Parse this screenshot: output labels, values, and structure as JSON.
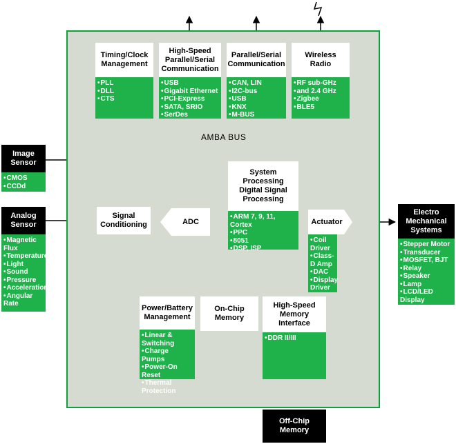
{
  "bus_label": "AMBA BUS",
  "peripherals": [
    {
      "title": "Timing/Clock\nManagement",
      "items": [
        "PLL",
        "DLL",
        "CTS"
      ]
    },
    {
      "title": "High-Speed\nParallel/Serial\nCommunication",
      "items": [
        "USB",
        "Gigabit Ethernet",
        "PCI-Express",
        "SATA, SRIO",
        "SerDes"
      ]
    },
    {
      "title": "Parallel/Serial\nCommunication",
      "items": [
        "CAN, LIN",
        "I2C-bus",
        "USB",
        "KNX",
        "M-BUS"
      ]
    },
    {
      "title": "Wireless\nRadio",
      "items": [
        "RF sub-GHz",
        "and 2.4 GHz",
        "Zigbee",
        "BLE5"
      ]
    }
  ],
  "image_sensor": {
    "title": "Image\nSensor",
    "items": [
      "CMOS",
      "CCDd"
    ]
  },
  "analog_sensor": {
    "title": "Analog\nSensor",
    "items": [
      "Magnetic Flux",
      "Temperature",
      "Light",
      "Sound",
      "Pressure",
      "Acceleration",
      "Angular Rate"
    ]
  },
  "signal_conditioning": "Signal\nConditioning",
  "adc": "ADC",
  "processor": {
    "title": "System\nProcessing\nDigital Signal\nProcessing",
    "items": [
      "ARM 7, 9, 11, Cortex",
      "PPC",
      "8051",
      "DSP, ISP"
    ]
  },
  "actuator": {
    "title": "Actuator",
    "items": [
      "Coil Driver",
      "Class-D Amp",
      "DAC",
      "Display Driver"
    ]
  },
  "electro": {
    "title": "Electro\nMechanical\nSystems",
    "items": [
      "Stepper Motor",
      "Transducer",
      "MOSFET, BJT",
      "Relay",
      "Speaker",
      "Lamp",
      "LCD/LED Display"
    ]
  },
  "power": {
    "title": "Power/Battery\nManagement",
    "items": [
      "Linear & Switching",
      "Charge Pumps",
      "Power-On Reset",
      "Thermal Protection"
    ]
  },
  "onchip_memory": "On-Chip\nMemory",
  "hs_memory": {
    "title": "High-Speed\nMemory\nInterface",
    "items": [
      "DDR II/III"
    ]
  },
  "offchip_memory": "Off-Chip\nMemory",
  "colors": {
    "green": "#1fb24a",
    "chip_bg": "#d5dbd0",
    "border": "#0ea03a"
  }
}
